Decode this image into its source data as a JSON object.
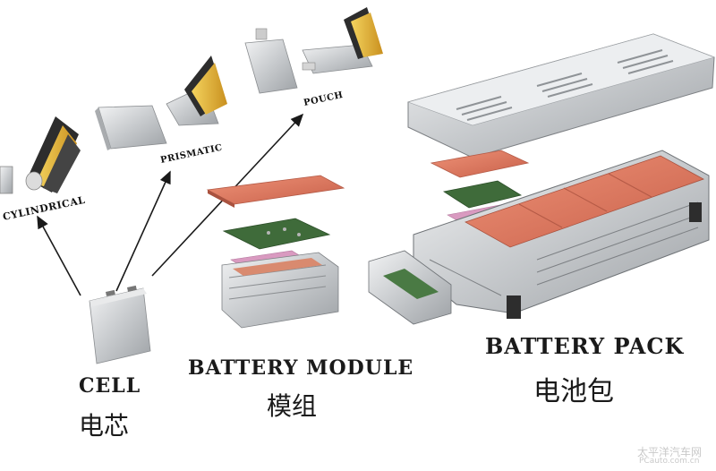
{
  "labels": {
    "cylindrical": "CYLINDRICAL",
    "prismatic": "PRISMATIC",
    "pouch": "POUCH"
  },
  "captions": {
    "cell_en": "CELL",
    "cell_zh": "电芯",
    "module_en": "BATTERY MODULE",
    "module_zh": "模组",
    "pack_en": "BATTERY PACK",
    "pack_zh": "电池包"
  },
  "watermark": {
    "cn": "太平洋汽车网",
    "en": "PCauto.com.cn"
  },
  "colors": {
    "copper_top": "#e07a5f",
    "pcb_green": "#3f6b3a",
    "pink_sheet": "#d99ac0",
    "silver": "#c9ccd0",
    "gold_foil": "#e6b83a"
  }
}
